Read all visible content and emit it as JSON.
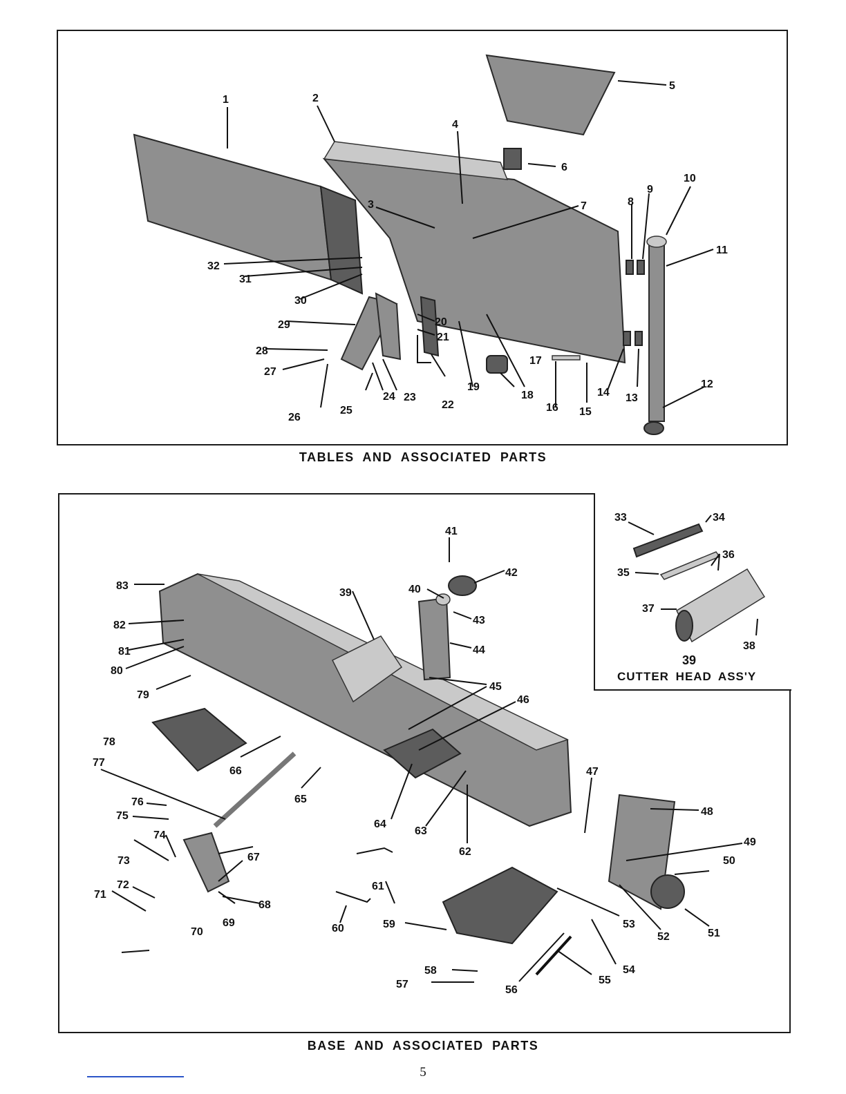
{
  "figures": {
    "top": {
      "caption": "TABLES AND ASSOCIATED PARTS",
      "callouts": [
        "1",
        "2",
        "3",
        "4",
        "5",
        "6",
        "7",
        "8",
        "9",
        "10",
        "11",
        "12",
        "13",
        "14",
        "15",
        "16",
        "17",
        "18",
        "19",
        "20",
        "21",
        "22",
        "23",
        "24",
        "25",
        "26",
        "27",
        "28",
        "29",
        "30",
        "31",
        "32"
      ]
    },
    "bottom": {
      "caption": "BASE AND ASSOCIATED PARTS",
      "callouts": [
        "39",
        "40",
        "41",
        "42",
        "43",
        "44",
        "45",
        "46",
        "47",
        "48",
        "49",
        "50",
        "51",
        "52",
        "53",
        "54",
        "55",
        "56",
        "57",
        "58",
        "59",
        "60",
        "61",
        "62",
        "63",
        "64",
        "65",
        "66",
        "67",
        "68",
        "69",
        "70",
        "71",
        "72",
        "73",
        "74",
        "75",
        "76",
        "77",
        "78",
        "79",
        "80",
        "81",
        "82",
        "83"
      ]
    },
    "inset": {
      "number": "39",
      "title": "CUTTER HEAD ASS'Y",
      "callouts": [
        "33",
        "34",
        "35",
        "36",
        "37",
        "38"
      ]
    }
  },
  "page_number": "5"
}
